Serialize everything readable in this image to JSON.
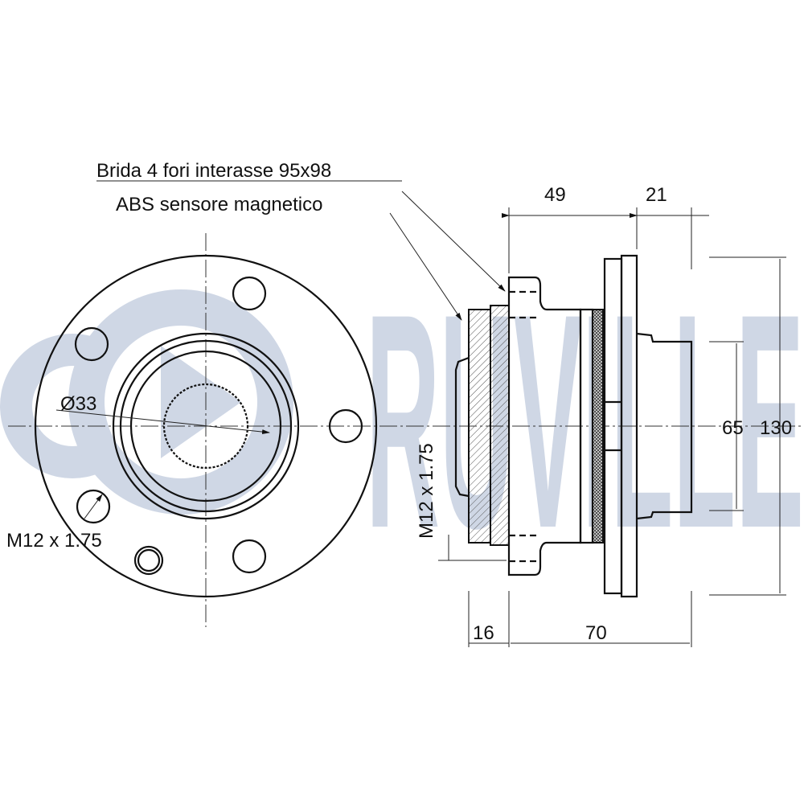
{
  "logo": {
    "text": "RUVILLE",
    "color": "#cfd7e5"
  },
  "labels": {
    "flange": "Brida 4 fori interasse 95x98",
    "abs": "ABS sensore magnetico",
    "spline_diameter": "Ø33",
    "thread_front": "M12 x 1.75",
    "thread_side": "M12 x 1.75"
  },
  "dimensions": {
    "d49": "49",
    "d21": "21",
    "d65": "65",
    "d130": "130",
    "d16": "16",
    "d70": "70"
  }
}
